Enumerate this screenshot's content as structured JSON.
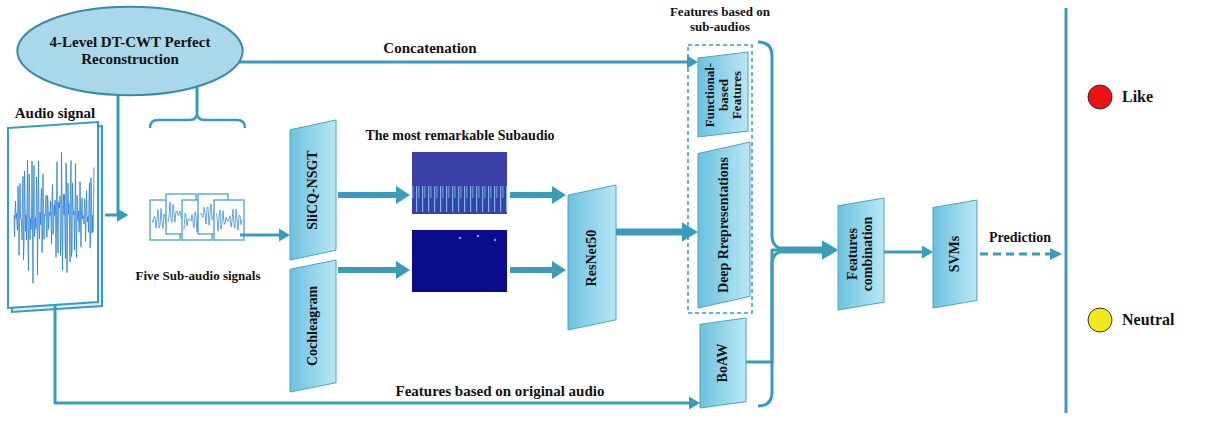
{
  "diagram": {
    "nodes": [
      {
        "text": [
          "4-Level DT-CWT Perfect Reconstruction"
        ]
      },
      {
        "text": [
          "Audio signal"
        ]
      },
      {
        "text": [
          "Five Sub-audio signals"
        ]
      },
      {
        "text": [
          "SliCQ-NSGT"
        ]
      },
      {
        "text": [
          "Cochleagram"
        ]
      },
      {
        "text": [
          "ResNet50"
        ]
      },
      {
        "text": [
          "Features based on sub-audios"
        ]
      },
      {
        "text": [
          "Functional-based Features"
        ],
        "in": 6
      },
      {
        "text": [
          "Deep Rrepresentations"
        ],
        "in": 6
      },
      {
        "text": [
          "BoAW"
        ]
      },
      {
        "text": [
          "Features combination"
        ]
      },
      {
        "text": [
          "SVMs"
        ]
      },
      {
        "text": [
          "Like"
        ]
      },
      {
        "text": [
          "Neutral"
        ]
      }
    ],
    "edges": [
      {
        "from": 0,
        "to": 2,
        "arrow": "to"
      },
      {
        "from": 1,
        "to": 2,
        "arrow": "to"
      },
      {
        "from": 2,
        "to": 3,
        "arrow": "to"
      },
      {
        "from": 2,
        "to": 7,
        "label": "Concatenation",
        "arrow": "to"
      },
      {
        "from": 5,
        "to": 8,
        "arrow": "to"
      },
      {
        "from": 1,
        "to": 9,
        "label": "Features based on original audio",
        "arrow": "to"
      },
      {
        "from": 6,
        "to": 10,
        "arrow": "to"
      },
      {
        "from": 9,
        "to": 10,
        "arrow": "to"
      },
      {
        "from": 10,
        "to": 11,
        "arrow": "to"
      }
    ],
    "labels": [
      "The most remarkable Subaudio",
      "Prediction"
    ]
  }
}
